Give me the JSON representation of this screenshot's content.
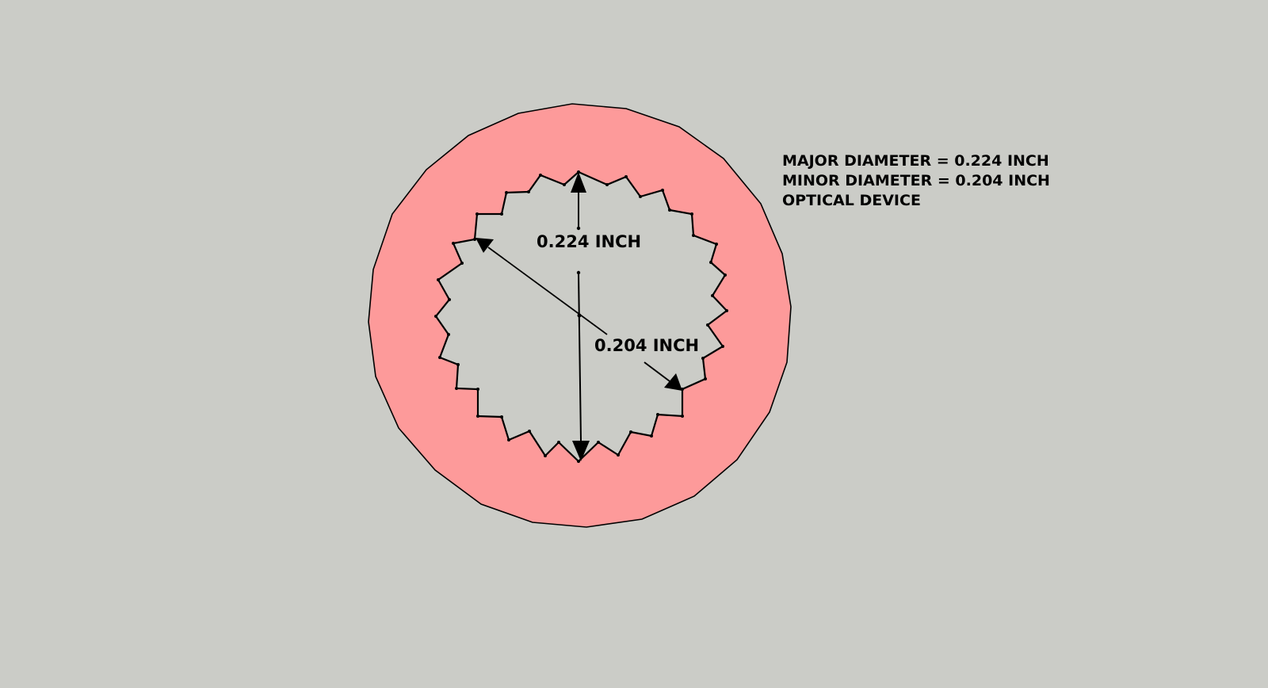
{
  "colors": {
    "background": "#cbccc7",
    "ring_fill": "#fd9a9a",
    "outline": "#000000",
    "text": "#000000"
  },
  "notes": {
    "line1": "MAJOR DIAMETER = 0.224 INCH",
    "line2": "MINOR DIAMETER = 0.204 INCH",
    "line3": "OPTICAL DEVICE"
  },
  "dimensions": {
    "major_label": "0.224 INCH",
    "minor_label": "0.204 INCH"
  },
  "diagram": {
    "type": "internal gear / thread cross-section",
    "major_diameter_in": 0.224,
    "minor_diameter_in": 0.204,
    "tooth_count": 24
  }
}
